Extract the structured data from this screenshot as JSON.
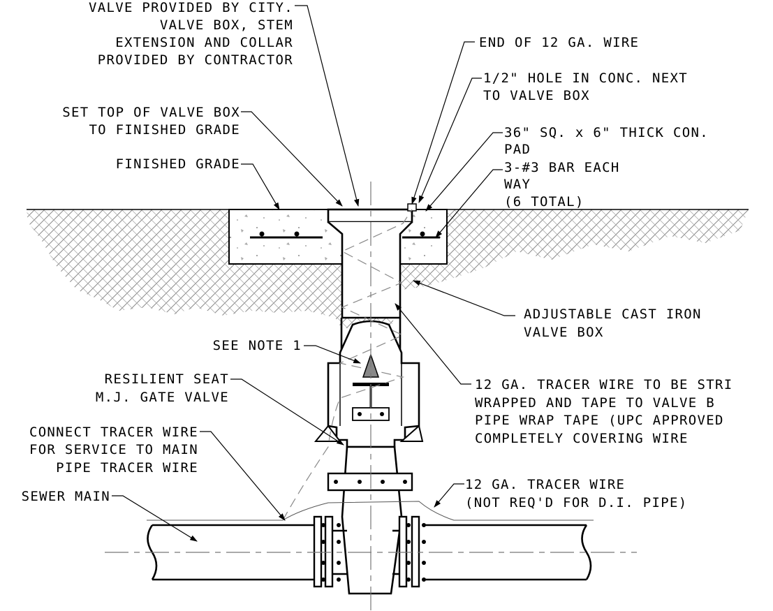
{
  "callouts": {
    "valve_provided": [
      "VALVE PROVIDED BY CITY.",
      "VALVE BOX, STEM",
      "EXTENSION AND COLLAR",
      "PROVIDED BY CONTRACTOR"
    ],
    "end_wire": [
      "END OF 12 GA. WIRE"
    ],
    "hole": [
      "1/2\" HOLE IN CONC. NEXT",
      "TO VALVE BOX"
    ],
    "set_top": [
      "SET TOP OF VALVE BOX",
      "TO FINISHED GRADE"
    ],
    "pad": [
      "36\" SQ. x 6\" THICK CON.",
      "PAD"
    ],
    "finished_grade": [
      "FINISHED GRADE"
    ],
    "bar": [
      "3-#3 BAR EACH",
      "WAY",
      "(6 TOTAL)"
    ],
    "valve_box": [
      "ADJUSTABLE CAST IRON",
      "VALVE BOX"
    ],
    "see_note": [
      "SEE NOTE 1"
    ],
    "tracer_strip": [
      "12 GA. TRACER WIRE TO BE STRI",
      "WRAPPED AND TAPE TO VALVE B",
      "PIPE WRAP TAPE (UPC APPROVED",
      "COMPLETELY COVERING WIRE"
    ],
    "gate_valve": [
      "RESILIENT SEAT",
      "M.J. GATE VALVE"
    ],
    "connect_tracer": [
      "CONNECT TRACER WIRE",
      "FOR SERVICE TO MAIN",
      "PIPE TRACER WIRE"
    ],
    "tracer_wire": [
      "12 GA. TRACER WIRE",
      "(NOT REQ'D FOR D.I. PIPE)"
    ],
    "sewer_main": [
      "SEWER MAIN"
    ]
  }
}
